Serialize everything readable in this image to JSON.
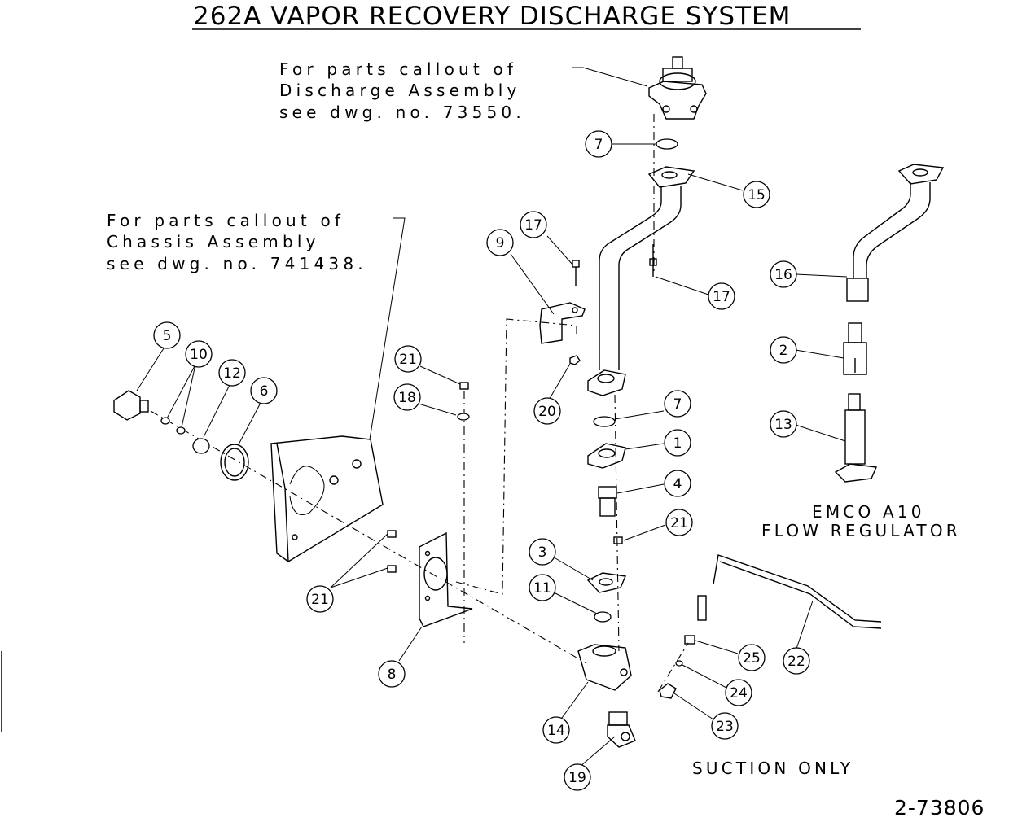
{
  "title": "262A VAPOR RECOVERY DISCHARGE SYSTEM",
  "notes": {
    "discharge": [
      "For parts callout of",
      "Discharge Assembly",
      "see dwg. no. 73550."
    ],
    "chassis": [
      "For parts callout of",
      "Chassis Assembly",
      "see dwg. no. 741438."
    ]
  },
  "captions": {
    "regulator": [
      "EMCO A10",
      "FLOW REGULATOR"
    ],
    "suction": "SUCTION ONLY"
  },
  "drawing_number": "2-73806",
  "callouts": {
    "c7a": "7",
    "c15": "15",
    "c17a": "17",
    "c17b": "17",
    "c9": "9",
    "c16": "16",
    "c2": "2",
    "c13": "13",
    "c5": "5",
    "c10": "10",
    "c12": "12",
    "c6": "6",
    "c21a": "21",
    "c18": "18",
    "c20": "20",
    "c7b": "7",
    "c1": "1",
    "c4": "4",
    "c21b": "21",
    "c3": "3",
    "c11": "11",
    "c21c": "21",
    "c8": "8",
    "c14": "14",
    "c25": "25",
    "c22": "22",
    "c24": "24",
    "c23": "23",
    "c19": "19"
  }
}
